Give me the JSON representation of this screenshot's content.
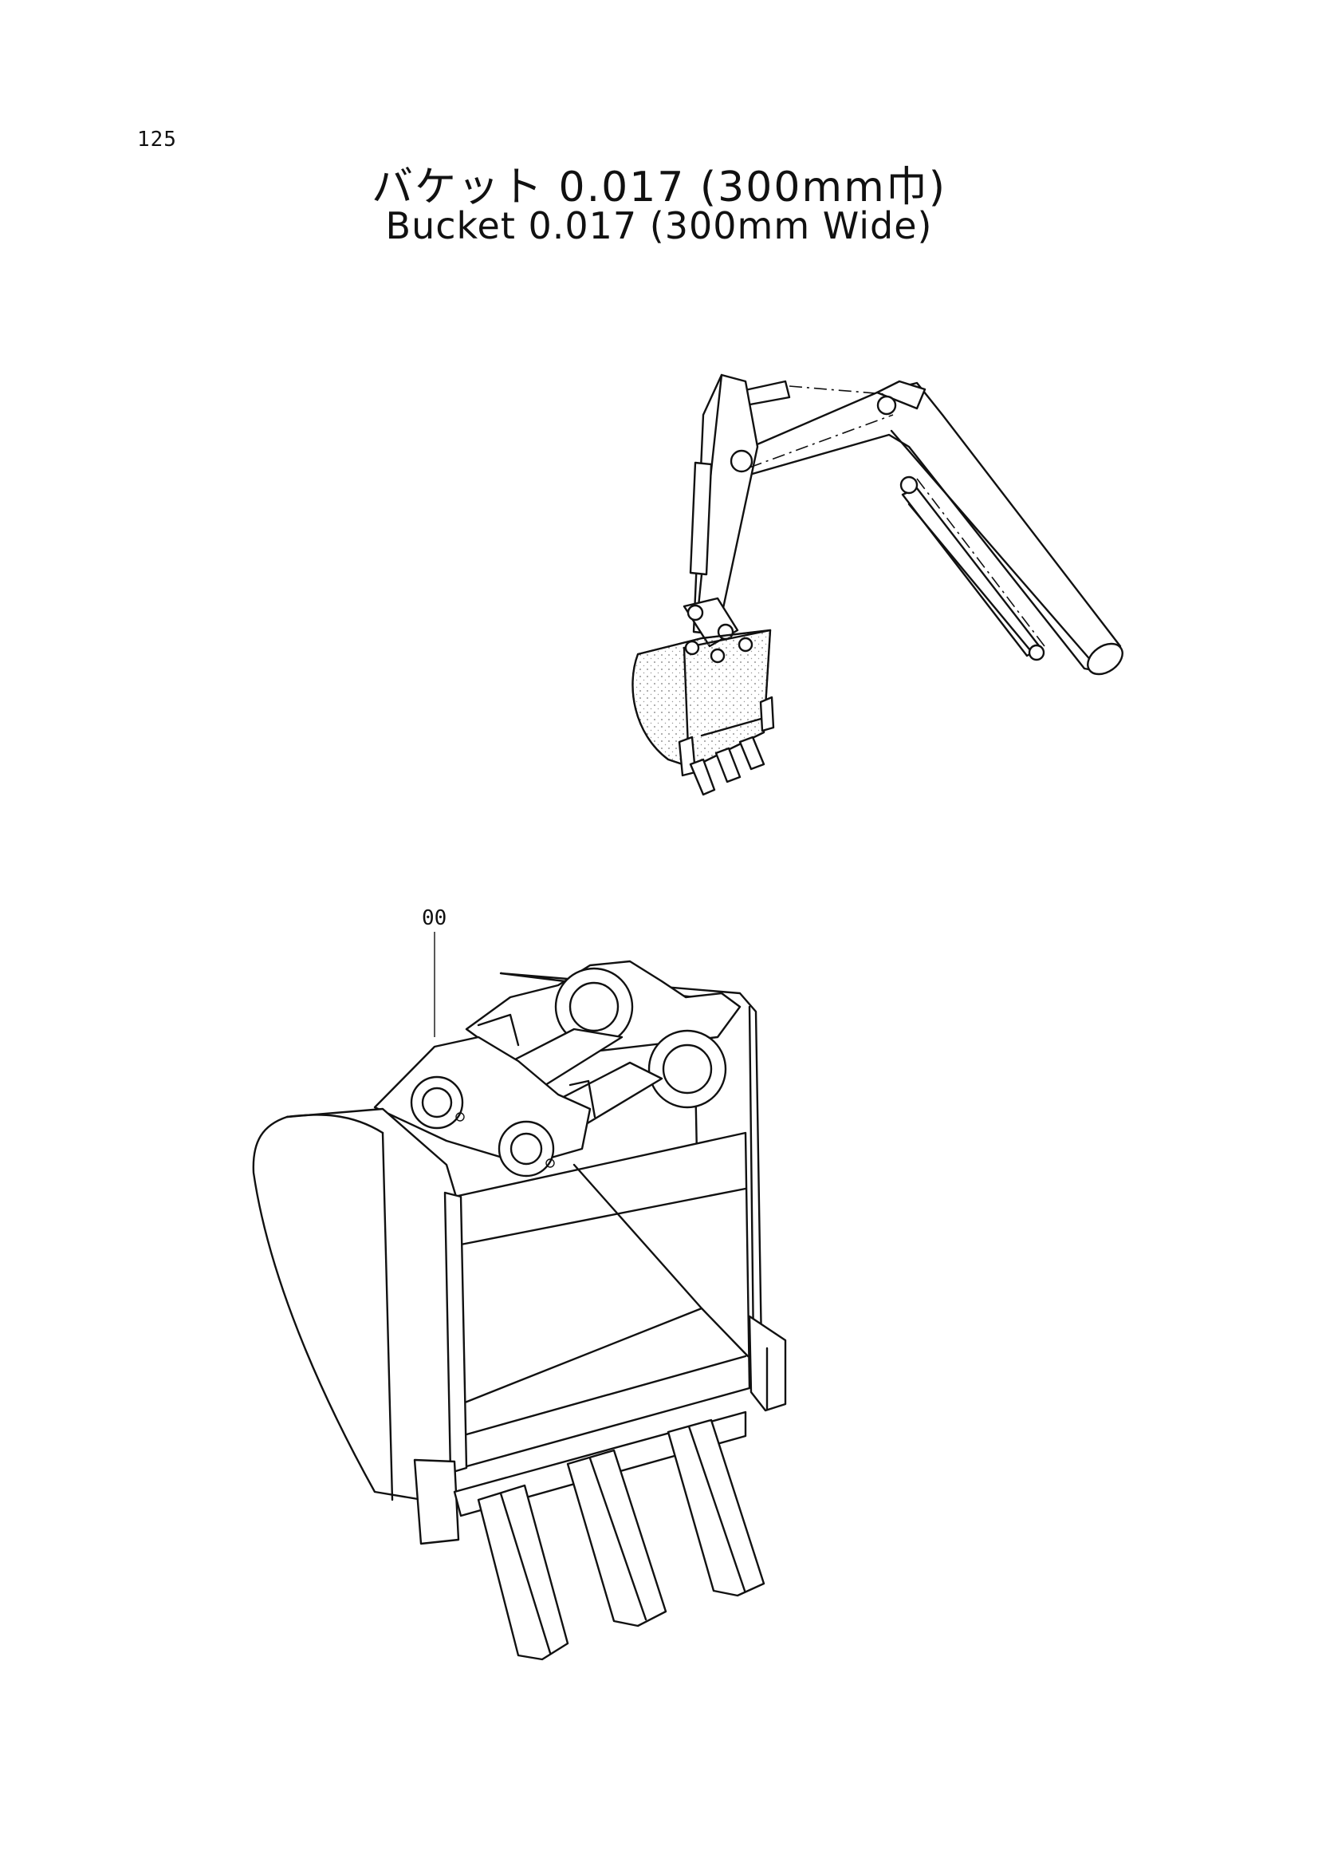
{
  "page": {
    "number": "125"
  },
  "title": {
    "japanese": "バケット 0.017 (300mm巾)",
    "english": "Bucket 0.017 (300mm Wide)"
  },
  "callouts": [
    {
      "label": "00"
    }
  ],
  "illustrations": {
    "overview": "excavator-front-attachment-icon",
    "detail": "bucket-icon"
  }
}
